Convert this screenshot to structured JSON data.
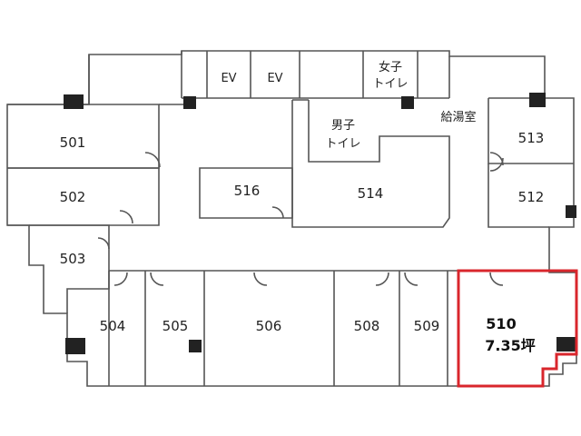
{
  "rooms": {
    "r501": "501",
    "r502": "502",
    "r503": "503",
    "r504": "504",
    "r505": "505",
    "r506": "506",
    "r508": "508",
    "r509": "509",
    "r510": "510",
    "r510_area": "7.35坪",
    "r512": "512",
    "r513": "513",
    "r514": "514",
    "r516": "516"
  },
  "facilities": {
    "ev1": "EV",
    "ev2": "EV",
    "womens_toilet_line1": "女子",
    "womens_toilet_line2": "トイレ",
    "mens_toilet_line1": "男子",
    "mens_toilet_line2": "トイレ",
    "kitchenette": "給湯室"
  },
  "colors": {
    "wall": "#555555",
    "highlight": "#d9262c",
    "column": "#222222"
  }
}
